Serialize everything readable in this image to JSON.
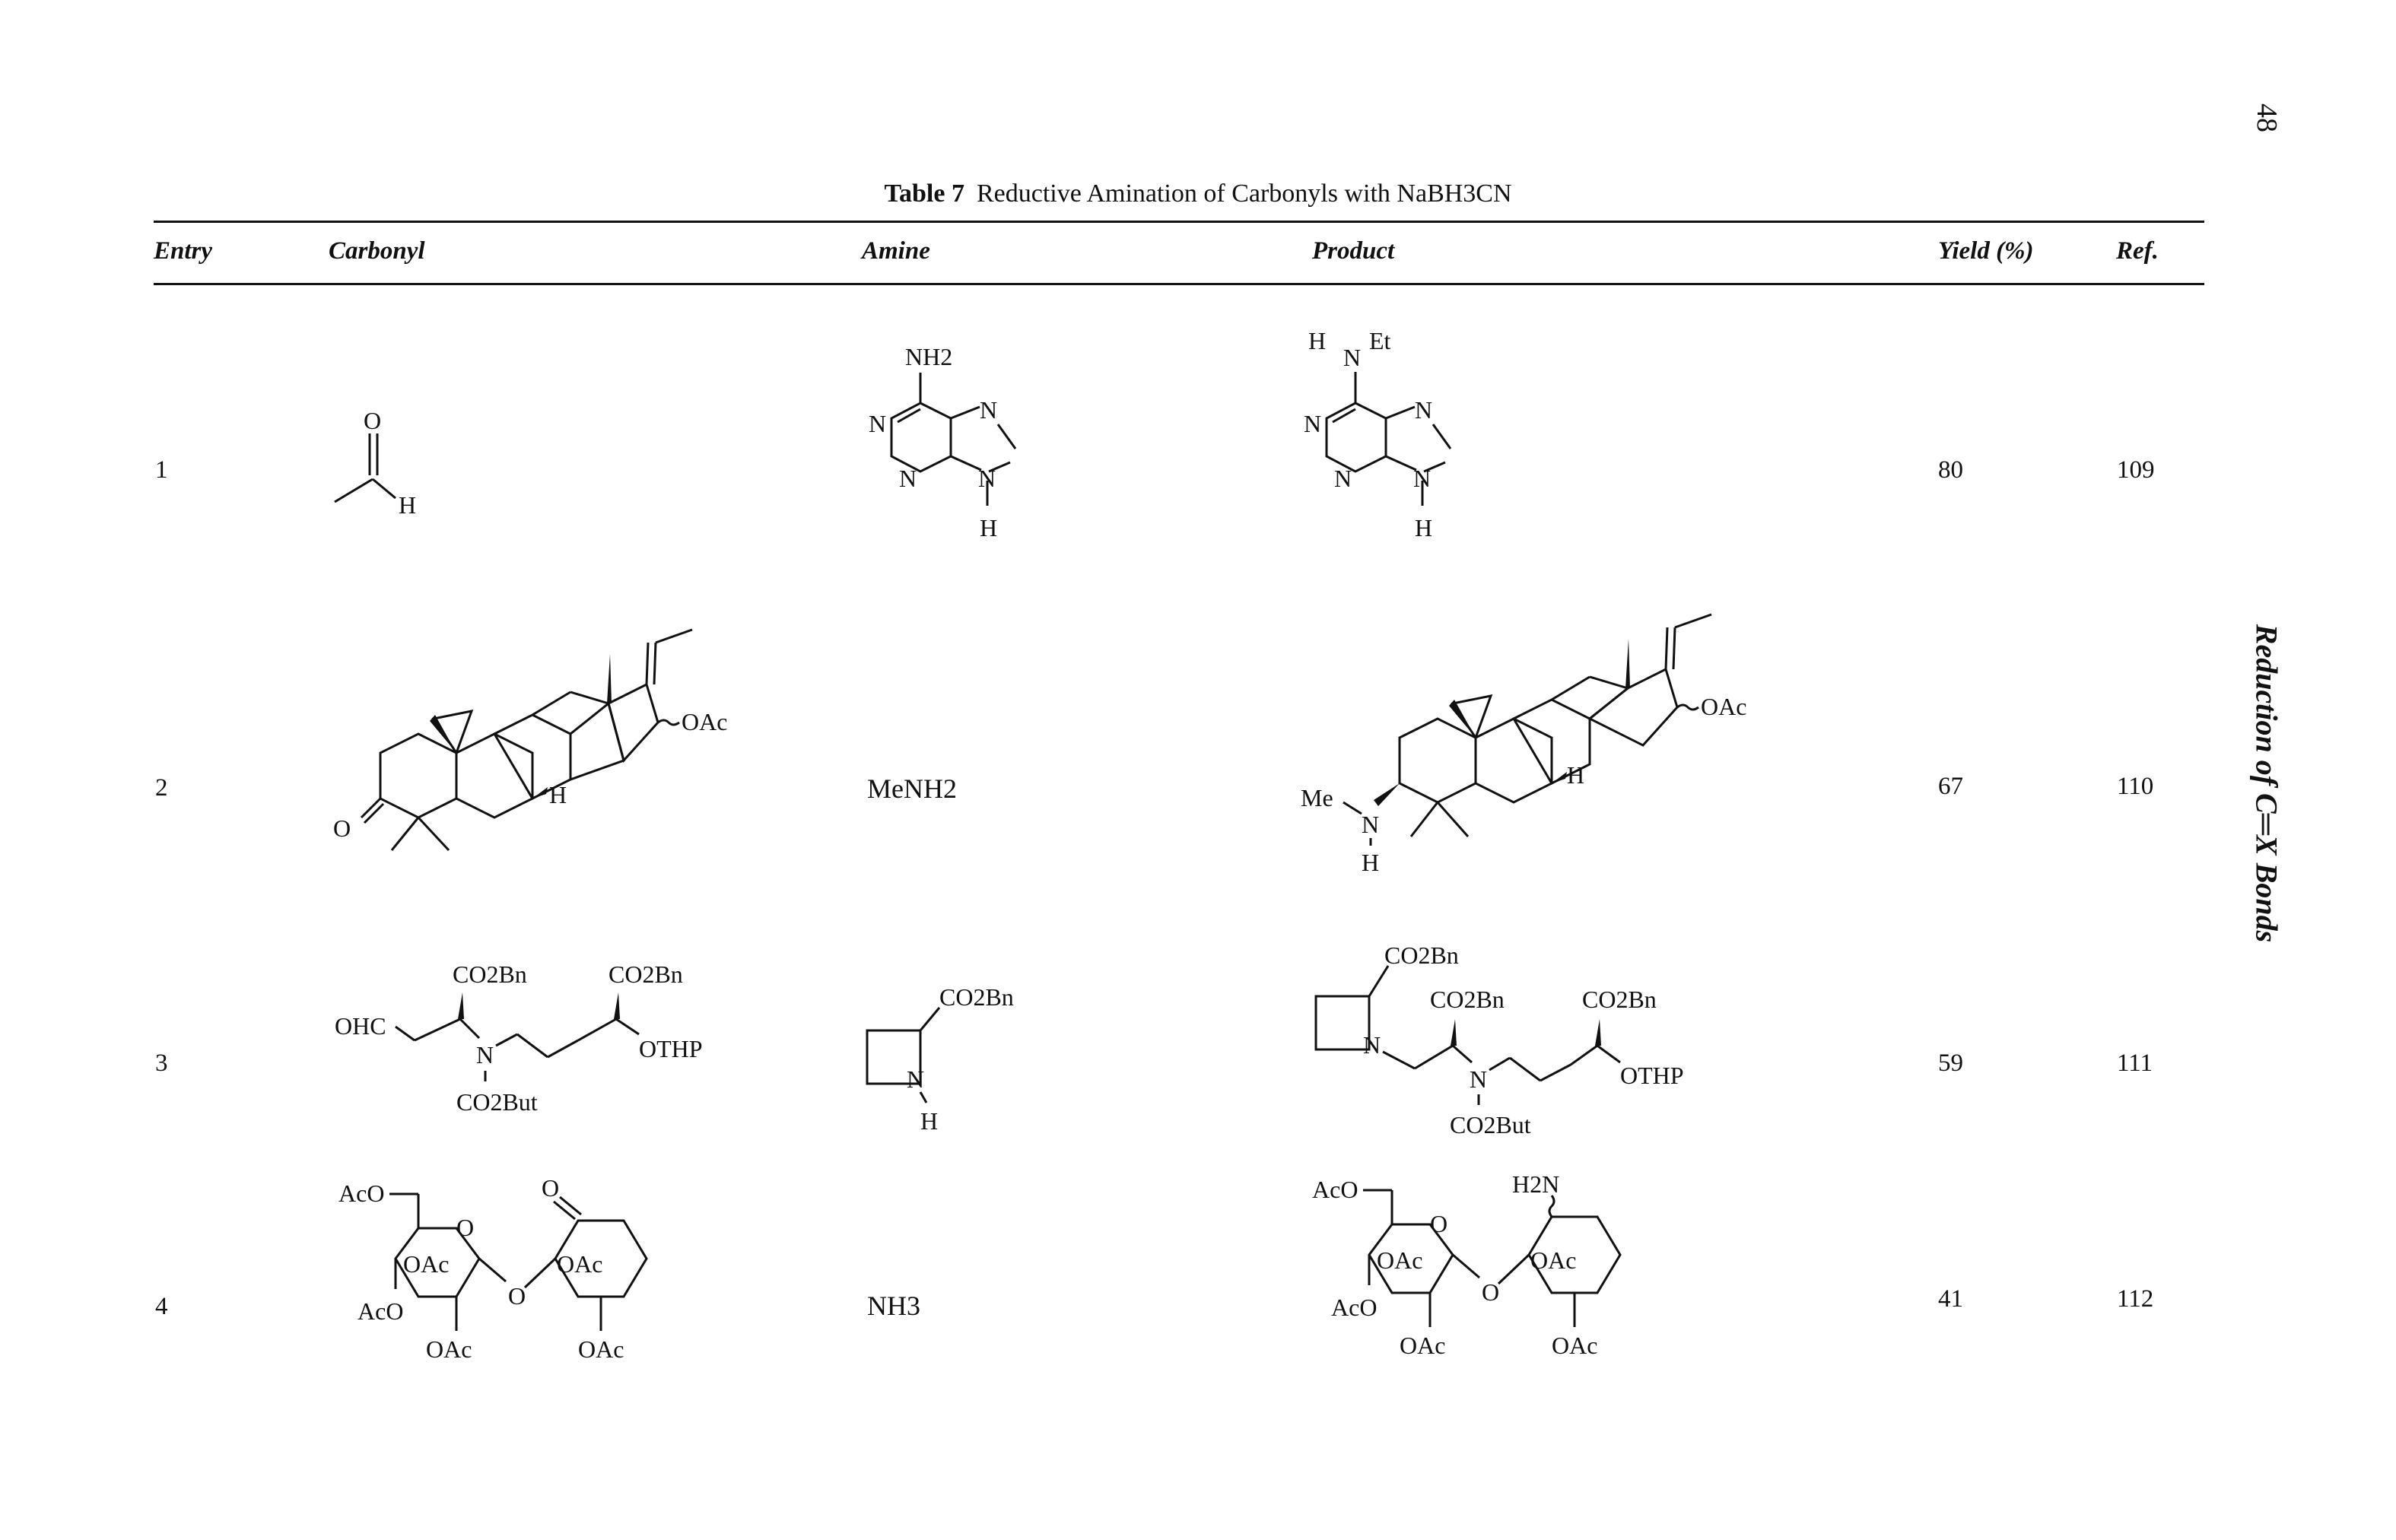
{
  "page_number": "48",
  "running_head": "Reduction of C═X Bonds",
  "table": {
    "label": "Table 7",
    "title": "Reductive Amination of Carbonyls with NaBH3CN",
    "headers": {
      "entry": "Entry",
      "carbonyl": "Carbonyl",
      "amine": "Amine",
      "product": "Product",
      "yield": "Yield (%)",
      "ref": "Ref."
    },
    "rows": [
      {
        "entry": "1",
        "amine_text": "",
        "yield": "80",
        "ref": "109"
      },
      {
        "entry": "2",
        "amine_text": "MeNH2",
        "yield": "67",
        "ref": "110"
      },
      {
        "entry": "3",
        "amine_text": "",
        "yield": "59",
        "ref": "111"
      },
      {
        "entry": "4",
        "amine_text": "NH3",
        "yield": "41",
        "ref": "112"
      }
    ]
  },
  "structure_labels": {
    "r1_carbonyl": {
      "o": "O",
      "h": "H"
    },
    "r1_amine": {
      "nh2": "NH2",
      "n1": "N",
      "n3": "N",
      "n7": "N",
      "n9": "N",
      "h": "H"
    },
    "r1_product": {
      "h": "H",
      "n": "N",
      "et": "Et",
      "n1": "N",
      "n3": "N",
      "n7": "N",
      "n9": "N",
      "h9": "H"
    },
    "r2_carbonyl": {
      "o": "O",
      "h": "H",
      "oac": "OAc"
    },
    "r2_product": {
      "me": "Me",
      "n": "N",
      "hn": "H",
      "h": "H",
      "oac": "OAc"
    },
    "r3_carbonyl": {
      "ohc": "OHC",
      "co2bn_a": "CO2Bn",
      "co2bn_b": "CO2Bn",
      "n": "N",
      "othp": "OTHP",
      "co2but": "CO2But"
    },
    "r3_amine": {
      "co2bn": "CO2Bn",
      "n": "N",
      "h": "H"
    },
    "r3_product": {
      "co2bn_a": "CO2Bn",
      "co2bn_b": "CO2Bn",
      "co2bn_c": "CO2Bn",
      "n1": "N",
      "n2": "N",
      "othp": "OTHP",
      "co2but": "CO2But"
    },
    "r4_carbonyl": {
      "aco1": "AcO",
      "o_ring": "O",
      "oac1": "OAc",
      "aco2": "AcO",
      "oac2": "OAc",
      "o_link": "O",
      "o_keto": "O",
      "oac3": "OAc",
      "oac4": "OAc"
    },
    "r4_product": {
      "aco1": "AcO",
      "o_ring": "O",
      "oac1": "OAc",
      "aco2": "AcO",
      "oac2": "OAc",
      "o_link": "O",
      "h2n": "H2N",
      "oac3": "OAc",
      "oac4": "OAc"
    }
  }
}
